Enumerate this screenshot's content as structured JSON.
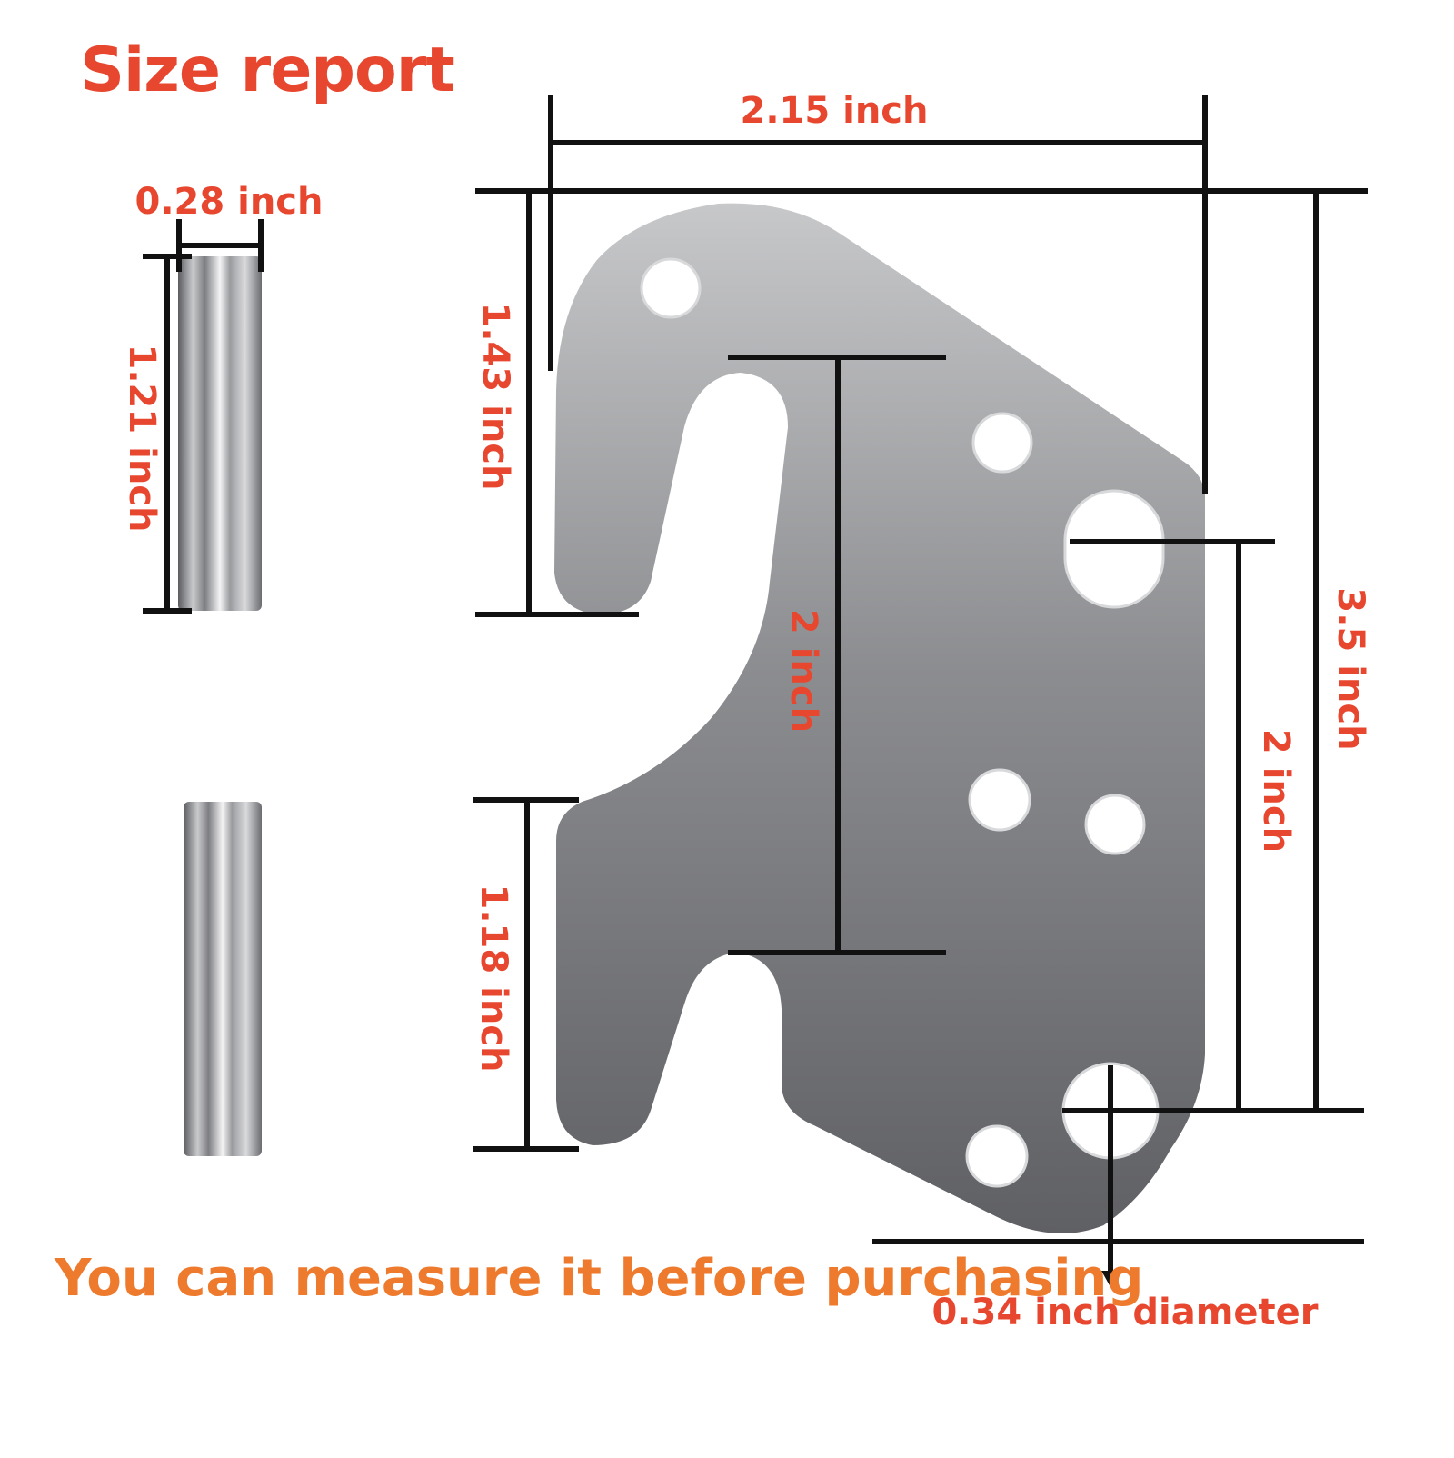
{
  "title": "Size report",
  "tagline": "You can measure it before purchasing",
  "colors": {
    "label": "#e8472f",
    "tagline": "#ee7a2e",
    "dimension_line": "#111111",
    "plate": "#8a8b8e"
  },
  "dimensions": {
    "pin_width": "0.28 inch",
    "pin_length": "1.21 inch",
    "plate_width": "2.15 inch",
    "upper_hook": "1.43 inch",
    "hook_spacing": "2 inch",
    "lower_hook": "1.18 inch",
    "hole_spacing": "2 inch",
    "plate_height": "3.5 inch",
    "hole_diameter": "0.34 inch diameter"
  }
}
